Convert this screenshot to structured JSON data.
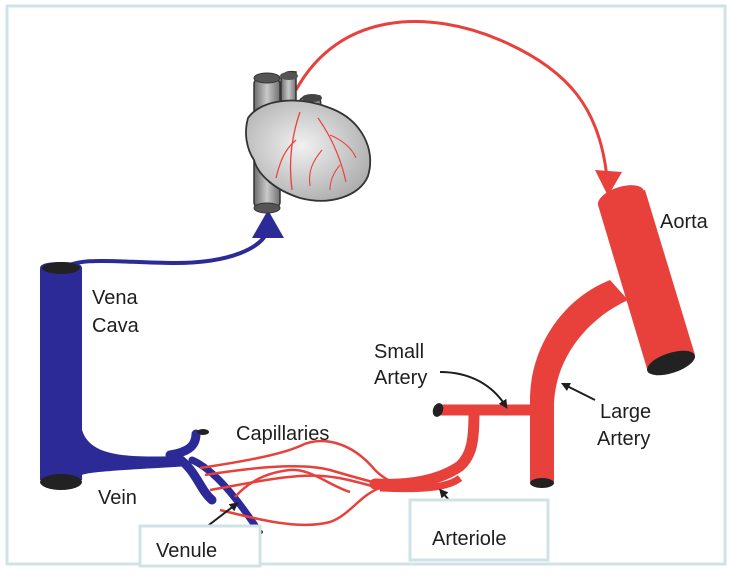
{
  "diagram": {
    "labels": {
      "aorta": "Aorta",
      "vena_cava_line1": "Vena",
      "vena_cava_line2": "Cava",
      "small_artery_line1": "Small",
      "small_artery_line2": "Artery",
      "large_artery_line1": "Large",
      "large_artery_line2": "Artery",
      "capillaries": "Capillaries",
      "vein": "Vein",
      "venule": "Venule",
      "arteriole": "Arteriole"
    },
    "colors": {
      "artery": "#e8413c",
      "vein": "#2b2a96",
      "heart": "#d9d9d9",
      "frame": "#cfe3e6",
      "text": "#1e1e1e"
    }
  }
}
